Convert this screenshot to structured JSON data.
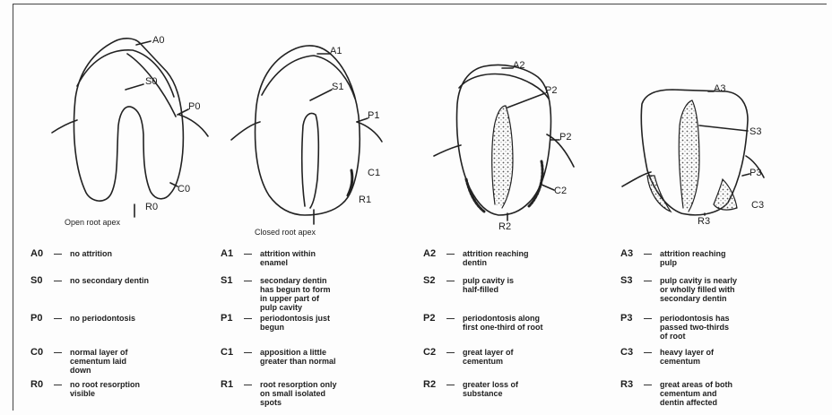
{
  "labels": {
    "tooth1": {
      "a": "A0",
      "s": "S0",
      "p": "P0",
      "c": "C0",
      "r": "R0"
    },
    "tooth2": {
      "a": "A1",
      "s": "S1",
      "p": "P1",
      "c": "C1",
      "r": "R1"
    },
    "tooth3": {
      "a": "A2",
      "s": "P2",
      "p": "P2",
      "c": "C2",
      "r": "R2"
    },
    "tooth4": {
      "a": "A3",
      "s": "S3",
      "p": "P3",
      "c": "C3",
      "r": "R3"
    }
  },
  "captions": {
    "tooth1": "Open root apex",
    "tooth2": "Closed root apex"
  },
  "legend": [
    [
      {
        "code": "A0",
        "lines": [
          "no attrition"
        ]
      },
      {
        "code": "S0",
        "lines": [
          "no secondary dentin"
        ]
      },
      {
        "code": "P0",
        "lines": [
          "no periodontosis"
        ]
      },
      {
        "code": "C0",
        "lines": [
          "normal layer of",
          "cementum laid",
          "down"
        ]
      },
      {
        "code": "R0",
        "lines": [
          "no root resorption",
          "visible"
        ]
      }
    ],
    [
      {
        "code": "A1",
        "lines": [
          "attrition within",
          "enamel"
        ]
      },
      {
        "code": "S1",
        "lines": [
          "secondary dentin",
          "has begun to form",
          "in upper part of",
          "pulp cavity"
        ]
      },
      {
        "code": "P1",
        "lines": [
          "periodontosis just",
          "begun"
        ]
      },
      {
        "code": "C1",
        "lines": [
          "apposition a little",
          "greater than normal"
        ]
      },
      {
        "code": "R1",
        "lines": [
          "root resorption only",
          "on small isolated",
          "spots"
        ]
      }
    ],
    [
      {
        "code": "A2",
        "lines": [
          "attrition reaching",
          "dentin"
        ]
      },
      {
        "code": "S2",
        "lines": [
          "pulp cavity is",
          "half-filled"
        ]
      },
      {
        "code": "P2",
        "lines": [
          "periodontosis along",
          "first one-third of root"
        ]
      },
      {
        "code": "C2",
        "lines": [
          "great layer of",
          "cementum"
        ]
      },
      {
        "code": "R2",
        "lines": [
          "greater loss of",
          "substance"
        ]
      }
    ],
    [
      {
        "code": "A3",
        "lines": [
          "attrition reaching",
          "pulp"
        ]
      },
      {
        "code": "S3",
        "lines": [
          "pulp cavity is nearly",
          "or wholly filled with",
          "secondary dentin"
        ]
      },
      {
        "code": "P3",
        "lines": [
          "periodontosis has",
          "passed two-thirds",
          "of root"
        ]
      },
      {
        "code": "C3",
        "lines": [
          "heavy layer of",
          "cementum"
        ]
      },
      {
        "code": "R3",
        "lines": [
          "great areas of both",
          "cementum and",
          "dentin affected"
        ]
      }
    ]
  ]
}
